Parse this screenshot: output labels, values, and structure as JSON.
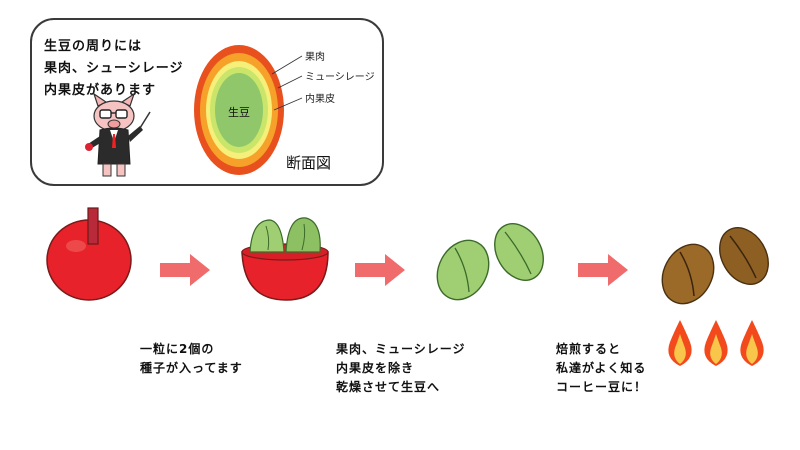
{
  "intro": {
    "lines": [
      "生豆の周りには",
      "果肉、シューシレージ",
      "内果皮があります"
    ]
  },
  "cross_section": {
    "title": "断面図",
    "center_label": "生豆",
    "layers": [
      "果肉",
      "ミューシレージ",
      "内果皮"
    ],
    "colors": {
      "outer_ring": "#e8501e",
      "flesh": "#f6a12a",
      "mucilage": "#f6ef7a",
      "parchment": "#c9e56a",
      "bean": "#8fc76a"
    }
  },
  "steps": [
    {
      "icon": "coffee-cherry-icon",
      "caption": [
        "一粒に2個の",
        "種子が入ってます"
      ]
    },
    {
      "icon": "split-cherry-icon",
      "caption": [
        "果肉、ミューシレージ",
        "内果皮を除き",
        "乾燥させて生豆へ"
      ]
    },
    {
      "icon": "green-beans-icon",
      "caption": [
        "焙煎すると",
        "私達がよく知る",
        "コーヒー豆に！"
      ]
    },
    {
      "icon": "roasted-beans-icon",
      "caption": []
    }
  ],
  "colors": {
    "arrow": "#f06b6b",
    "cherry": "#e8222a",
    "stem": "#b8293a",
    "green_bean": "#9fcf72",
    "roasted_bean": "#9b6a28",
    "flame_outer": "#f24a1c",
    "flame_inner": "#f8c64a"
  }
}
